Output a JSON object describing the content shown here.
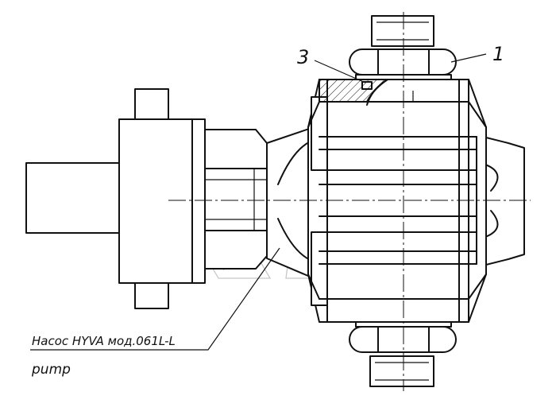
{
  "callouts": {
    "item_1": "1",
    "item_3": "3"
  },
  "caption": {
    "line1": "Насос HYVA мод.061L-L",
    "line2": "pump"
  },
  "colors": {
    "ink": "#111111",
    "watermark": "#c8c8c8",
    "background": "#ffffff"
  }
}
